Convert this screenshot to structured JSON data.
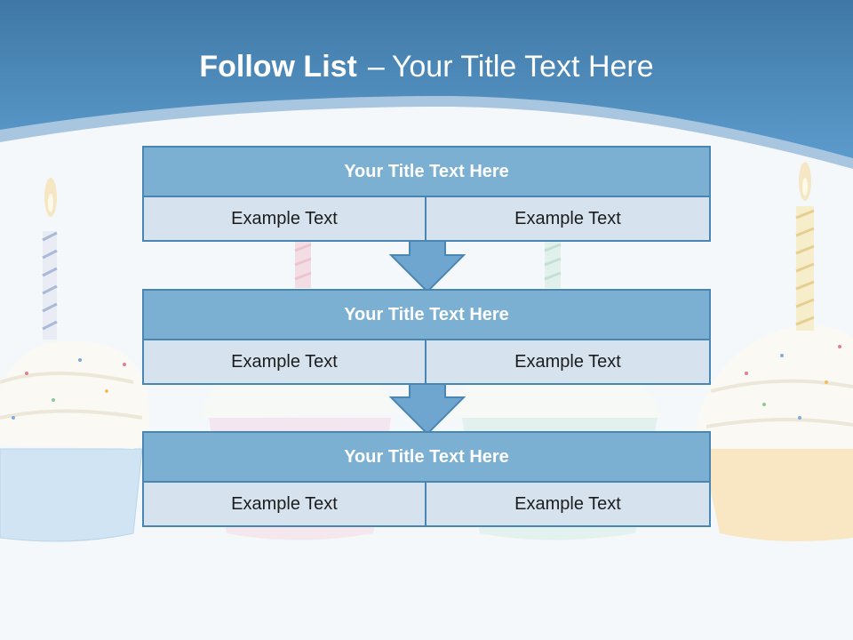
{
  "slide": {
    "title_bold": "Follow List",
    "title_dash": "–",
    "title_rest": "Your Title Text Here"
  },
  "colors": {
    "header": "#4b8bbd",
    "header_light": "#6aa3cf",
    "block_title_fill": "#7cb0d3",
    "block_border": "#4a86b4",
    "cell_fill": "#d6e3ef",
    "arrow_fill": "#6ea6cf"
  },
  "decoration": {
    "background_image": "cupcakes-with-candles"
  },
  "blocks": [
    {
      "title": "Your Title Text Here",
      "left": "Example Text",
      "right": "Example Text"
    },
    {
      "title": "Your Title Text Here",
      "left": "Example Text",
      "right": "Example Text"
    },
    {
      "title": "Your Title Text Here",
      "left": "Example Text",
      "right": "Example Text"
    }
  ]
}
